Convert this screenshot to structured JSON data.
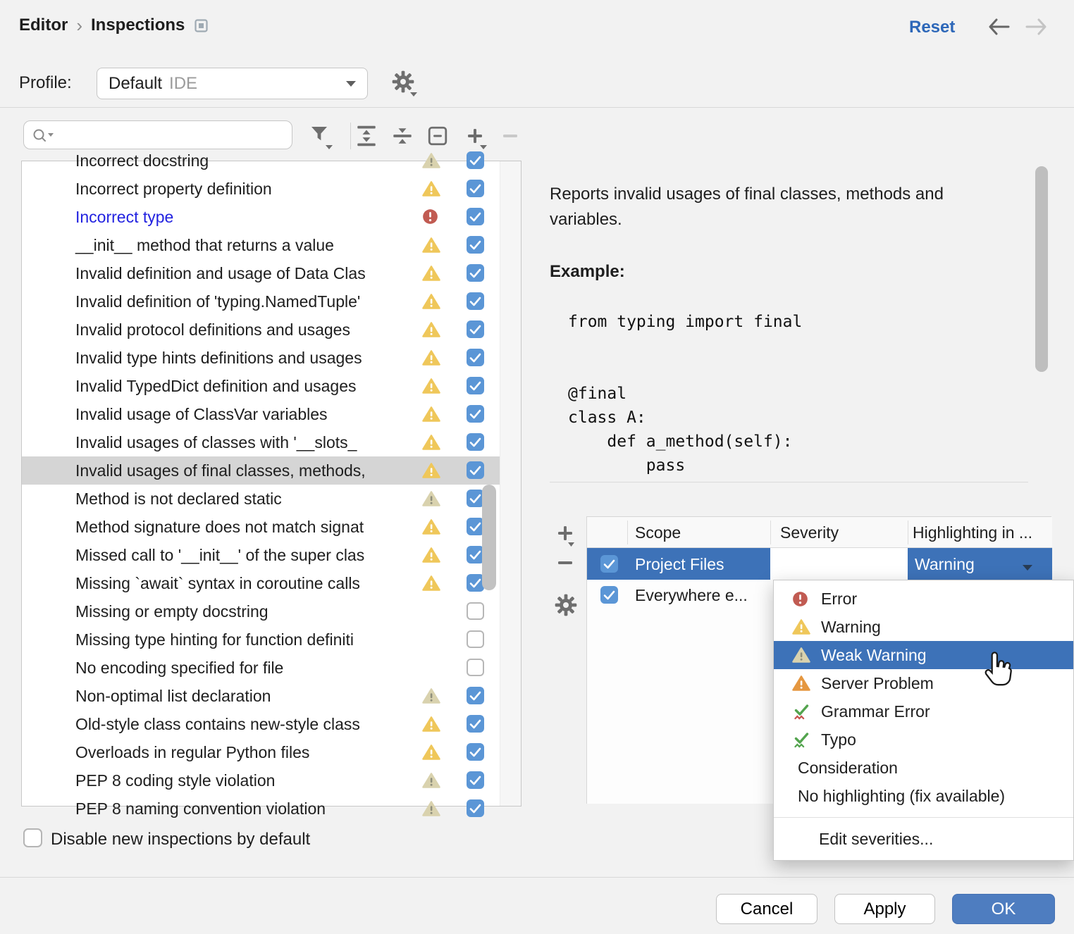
{
  "header": {
    "breadcrumb": [
      "Editor",
      "Inspections"
    ],
    "reset_label": "Reset",
    "icons": [
      "dialog-icon",
      "back-arrow-icon",
      "forward-arrow-icon"
    ]
  },
  "profile": {
    "label": "Profile:",
    "value": "Default",
    "value_suffix": "IDE"
  },
  "search": {
    "value": "",
    "icon": "search-icon"
  },
  "toolbar_icons": [
    "filter-icon",
    "expand-all-icon",
    "collapse-all-icon",
    "reset-filter-icon",
    "add-icon",
    "remove-icon"
  ],
  "inspections": {
    "items": [
      {
        "label": "Incorrect docstring",
        "severity": "weak",
        "checked": true
      },
      {
        "label": "Incorrect property definition",
        "severity": "warning",
        "checked": true
      },
      {
        "label": "Incorrect type",
        "severity": "error",
        "checked": true,
        "link": true
      },
      {
        "label": "__init__ method that returns a value",
        "severity": "warning",
        "checked": true
      },
      {
        "label": "Invalid definition and usage of Data Clas",
        "severity": "warning",
        "checked": true
      },
      {
        "label": "Invalid definition of 'typing.NamedTuple'",
        "severity": "warning",
        "checked": true
      },
      {
        "label": "Invalid protocol definitions and usages",
        "severity": "warning",
        "checked": true
      },
      {
        "label": "Invalid type hints definitions and usages",
        "severity": "warning",
        "checked": true
      },
      {
        "label": "Invalid TypedDict definition and usages",
        "severity": "warning",
        "checked": true
      },
      {
        "label": "Invalid usage of ClassVar variables",
        "severity": "warning",
        "checked": true
      },
      {
        "label": "Invalid usages of classes with '__slots_",
        "severity": "warning",
        "checked": true
      },
      {
        "label": "Invalid usages of final classes, methods,",
        "severity": "warning",
        "checked": true,
        "selected": true
      },
      {
        "label": "Method is not declared static",
        "severity": "weak",
        "checked": true
      },
      {
        "label": "Method signature does not match signat",
        "severity": "warning",
        "checked": true
      },
      {
        "label": "Missed call to '__init__' of the super clas",
        "severity": "warning",
        "checked": true
      },
      {
        "label": "Missing `await` syntax in coroutine calls",
        "severity": "warning",
        "checked": true
      },
      {
        "label": "Missing or empty docstring",
        "severity": "none",
        "checked": false
      },
      {
        "label": "Missing type hinting for function definiti",
        "severity": "none",
        "checked": false
      },
      {
        "label": "No encoding specified for file",
        "severity": "none",
        "checked": false
      },
      {
        "label": "Non-optimal list declaration",
        "severity": "weak",
        "checked": true
      },
      {
        "label": "Old-style class contains new-style class",
        "severity": "warning",
        "checked": true
      },
      {
        "label": "Overloads in regular Python files",
        "severity": "warning",
        "checked": true
      },
      {
        "label": "PEP 8 coding style violation",
        "severity": "weak",
        "checked": true
      },
      {
        "label": "PEP 8 naming convention violation",
        "severity": "weak",
        "checked": true
      }
    ]
  },
  "description": {
    "text": "Reports invalid usages of final classes, methods and variables.",
    "example_label": "Example:",
    "code": "from typing import final\n\n\n@final\nclass A:\n    def a_method(self):\n        pass"
  },
  "scopes": {
    "columns": [
      "Scope",
      "Severity",
      "Highlighting in ..."
    ],
    "toolbar_icons": [
      "add-icon",
      "remove-icon",
      "gear-icon"
    ],
    "rows": [
      {
        "scope": "Project Files",
        "checked": true,
        "selected": true,
        "highlighting": "Warning"
      },
      {
        "scope": "Everywhere e...",
        "checked": true,
        "selected": false,
        "highlighting": ""
      }
    ]
  },
  "severity_menu": {
    "items": [
      {
        "label": "Error",
        "icon": "error"
      },
      {
        "label": "Warning",
        "icon": "warning"
      },
      {
        "label": "Weak Warning",
        "icon": "weak",
        "selected": true
      },
      {
        "label": "Server Problem",
        "icon": "server"
      },
      {
        "label": "Grammar Error",
        "icon": "grammar"
      },
      {
        "label": "Typo",
        "icon": "typo"
      },
      {
        "label": "Consideration",
        "icon": "none"
      },
      {
        "label": "No highlighting (fix available)",
        "icon": "none"
      }
    ],
    "footer_item": "Edit severities..."
  },
  "footer": {
    "disable_label": "Disable new inspections by default",
    "cancel": "Cancel",
    "apply": "Apply",
    "ok": "OK"
  },
  "colors": {
    "accent": "#3D72B8",
    "link_blue": "#2E68B9",
    "checkbox_blue": "#5B96D6",
    "selected_row_gray": "#D5D5D5",
    "warning_yellow": "#EFC75A",
    "weak_beige": "#D9D2AE",
    "error_red": "#C15B52",
    "server_orange": "#E59740",
    "grammar_green": "#53A44E",
    "grammar_wave_red": "#C75450",
    "inspection_link": "#2222E0"
  }
}
